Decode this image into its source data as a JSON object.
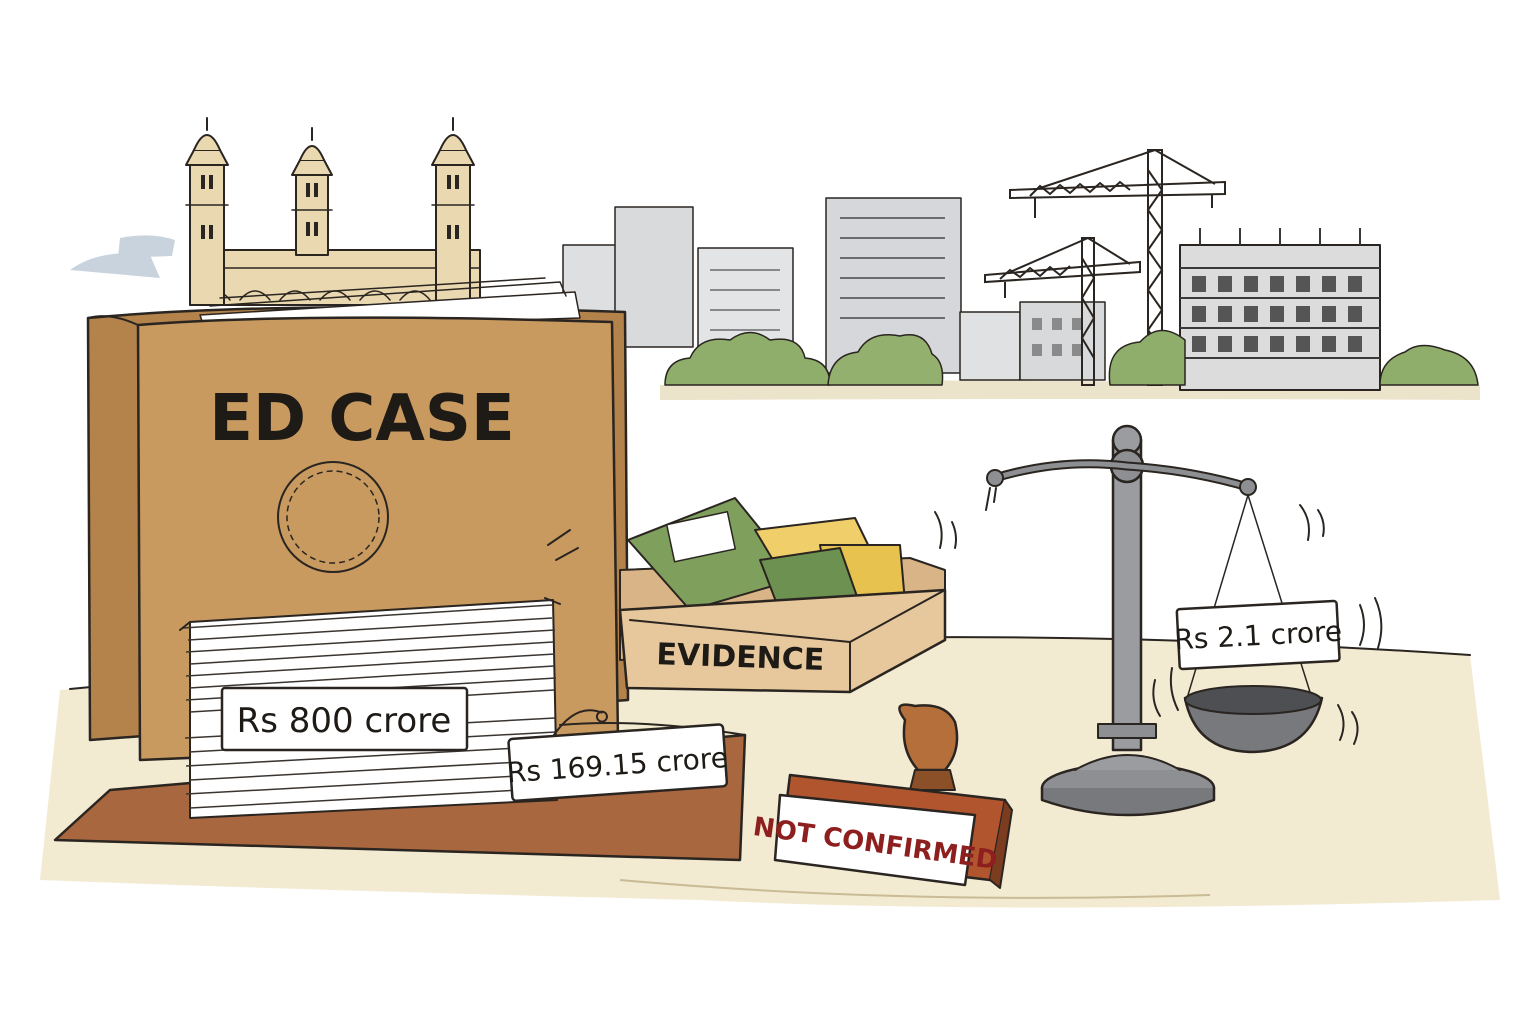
{
  "illustration": {
    "folder_title": "ED CASE",
    "paper_stack_label": "Rs 800 crore",
    "tag_label": "Rs 169.15 crore",
    "evidence_box_label": "EVIDENCE",
    "stamp_label": "NOT CONFIRMED",
    "scale_tag_label": "Rs 2.1 crore"
  },
  "icons": {
    "folder": "case-folder-icon",
    "papers": "paper-stack-icon",
    "evidence": "evidence-box-icon",
    "stamp": "rubber-stamp-icon",
    "scale": "balance-scale-icon",
    "monument": "charminar-icon",
    "skyline": "city-skyline-icon",
    "cranes": "construction-crane-icon"
  },
  "colors": {
    "folder": "#c99a5f",
    "folder_dark": "#b4834c",
    "desk": "#f3ead2",
    "board": "#a8673f",
    "evidence_box": "#e7c79c",
    "stamp_handle": "#b56f3a",
    "stamp_text": "#8e1f1f",
    "scale_metal": "#8d8f93",
    "greenery": "#8fae6b",
    "building": "#d9dadc",
    "monument": "#ead9b0"
  }
}
